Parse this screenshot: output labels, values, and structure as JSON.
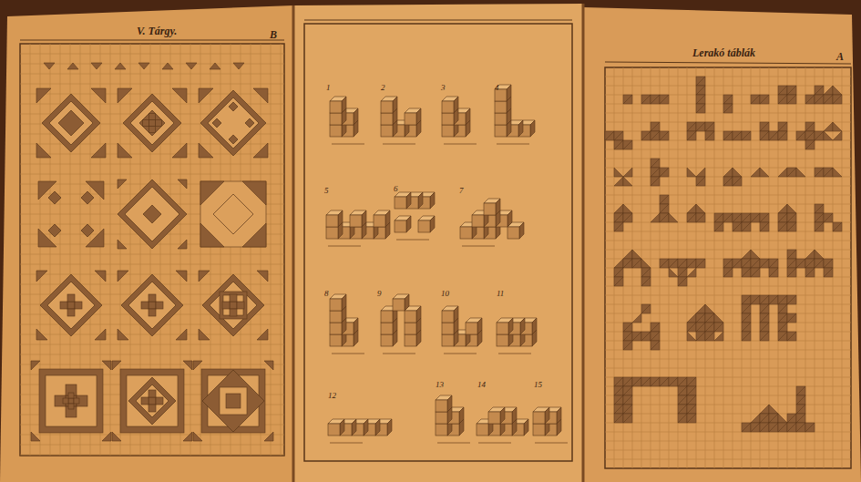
{
  "diagram": {
    "labels": [
      "V. Tárgy.",
      "B",
      "1",
      "2",
      "3",
      "4",
      "5",
      "6",
      "7",
      "8",
      "9",
      "10",
      "11",
      "12",
      "13",
      "14",
      "15",
      "Lerakó táblák",
      "A"
    ]
  }
}
